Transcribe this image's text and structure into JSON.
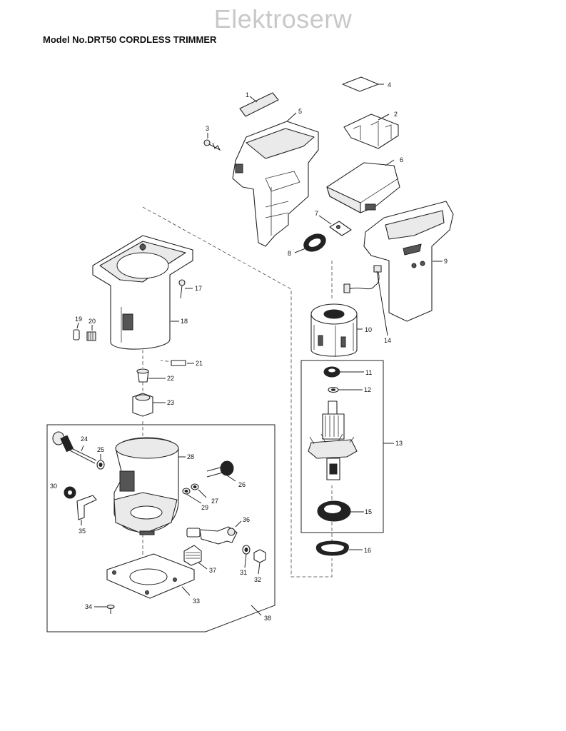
{
  "watermark": "Elektroserw",
  "title": "Model No.DRT50 CORDLESS TRIMMER",
  "parts": [
    {
      "number": "1"
    },
    {
      "number": "2"
    },
    {
      "number": "3"
    },
    {
      "number": "4"
    },
    {
      "number": "5"
    },
    {
      "number": "6"
    },
    {
      "number": "7"
    },
    {
      "number": "8"
    },
    {
      "number": "9"
    },
    {
      "number": "10"
    },
    {
      "number": "11"
    },
    {
      "number": "12"
    },
    {
      "number": "13"
    },
    {
      "number": "14"
    },
    {
      "number": "15"
    },
    {
      "number": "16"
    },
    {
      "number": "17"
    },
    {
      "number": "18"
    },
    {
      "number": "19"
    },
    {
      "number": "20"
    },
    {
      "number": "21"
    },
    {
      "number": "22"
    },
    {
      "number": "23"
    },
    {
      "number": "24"
    },
    {
      "number": "25"
    },
    {
      "number": "26"
    },
    {
      "number": "27"
    },
    {
      "number": "28"
    },
    {
      "number": "29"
    },
    {
      "number": "30"
    },
    {
      "number": "31"
    },
    {
      "number": "32"
    },
    {
      "number": "33"
    },
    {
      "number": "34"
    },
    {
      "number": "35"
    },
    {
      "number": "36"
    },
    {
      "number": "37"
    },
    {
      "number": "38"
    }
  ]
}
